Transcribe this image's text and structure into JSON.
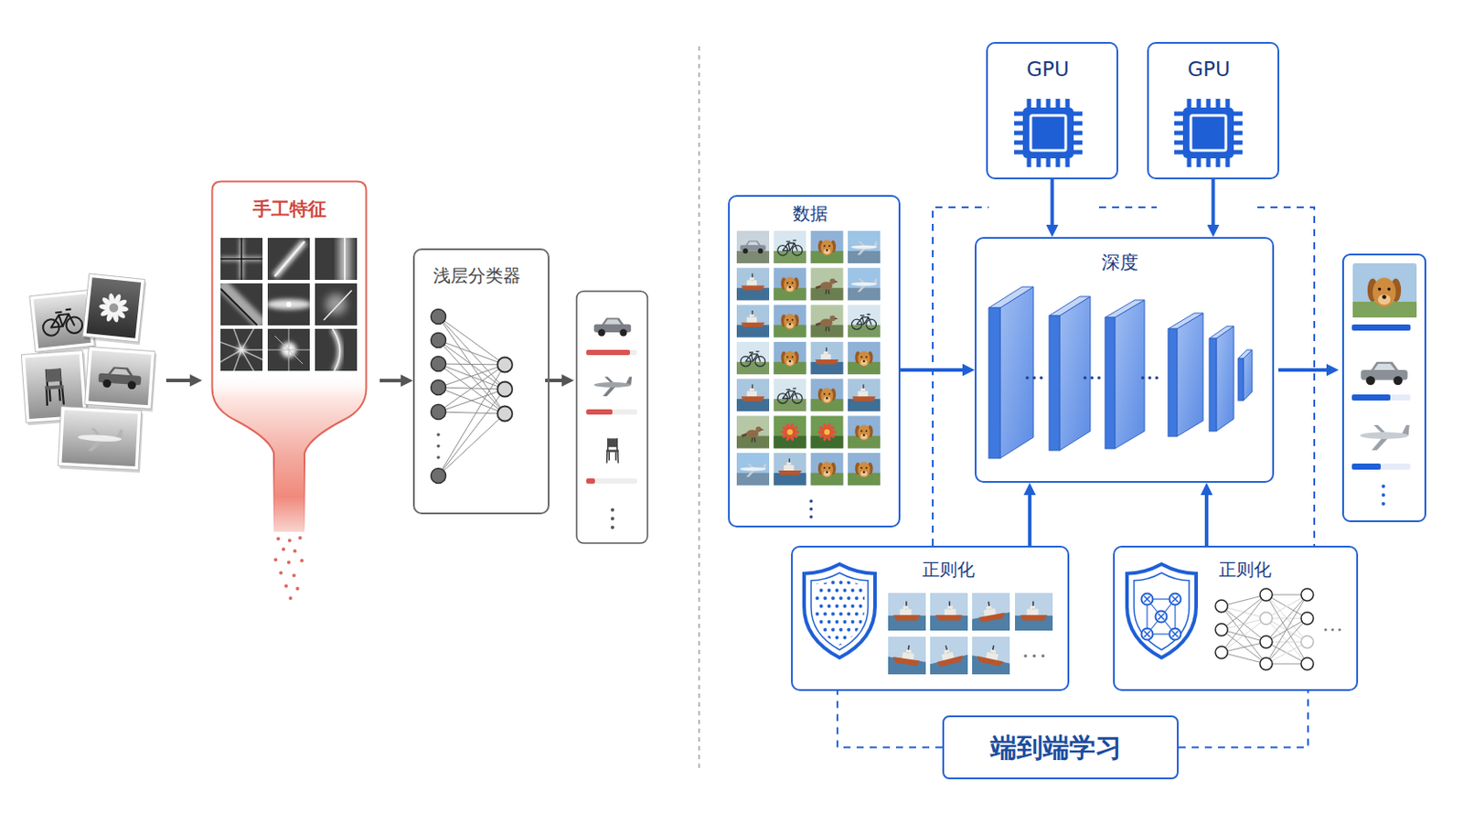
{
  "diagram": {
    "nodes": [
      {
        "text": [
          "手工特征"
        ]
      },
      {
        "text": [
          "浅层分类器"
        ]
      },
      {
        "text": [
          "数据"
        ]
      },
      {
        "text": [
          "GPU"
        ]
      },
      {
        "text": [
          "GPU"
        ]
      },
      {
        "text": [
          "深度"
        ]
      },
      {
        "text": [
          "正则化"
        ]
      },
      {
        "text": [
          "正则化"
        ]
      },
      {
        "text": [
          "端到端学习"
        ]
      }
    ],
    "edges": [
      {
        "from": 0,
        "to": 1,
        "arrow": "to"
      },
      {
        "from": 2,
        "to": 5,
        "arrow": "to"
      },
      {
        "from": 3,
        "to": 5,
        "arrow": "to"
      },
      {
        "from": 4,
        "to": 5,
        "arrow": "to"
      },
      {
        "from": 6,
        "to": 5,
        "arrow": "to"
      },
      {
        "from": 7,
        "to": 5,
        "arrow": "to"
      },
      {
        "from": 8,
        "to": 6,
        "arrow": "none"
      },
      {
        "from": 8,
        "to": 7,
        "arrow": "none"
      }
    ]
  }
}
